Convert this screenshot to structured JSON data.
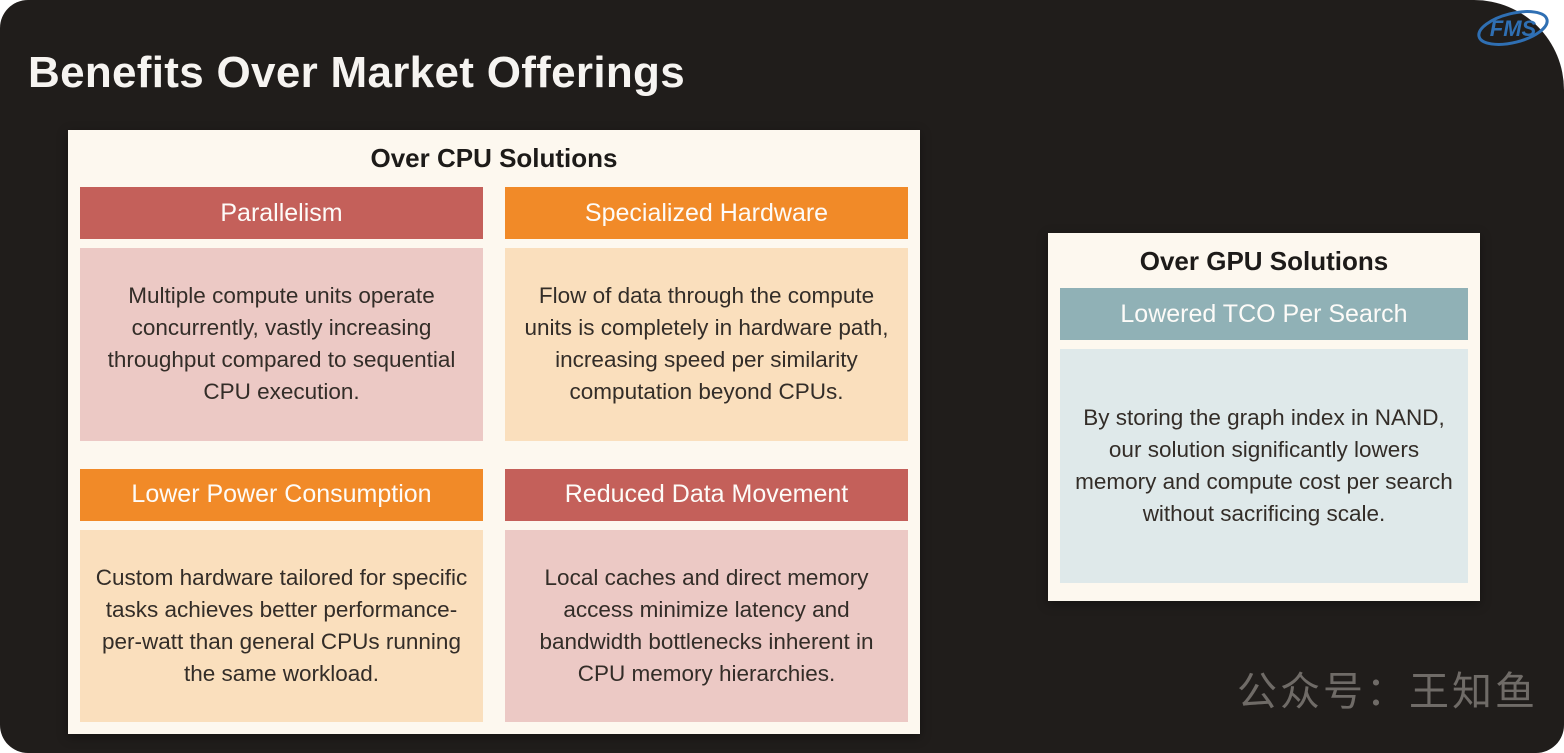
{
  "page": {
    "title": "Benefits Over Market Offerings",
    "watermark": "公众号：王知鱼",
    "logo_text": "FMS"
  },
  "colors": {
    "slide_background": "#201d1b",
    "card_background": "#fdf8ef",
    "red_header": "#c4605a",
    "red_body": "#ecc9c5",
    "orange_header": "#f18a28",
    "orange_body": "#fadfbd",
    "teal_header": "#90b1b6",
    "teal_body": "#dfe9ea",
    "logo_blue": "#2f6fb3",
    "title_text": "#f6f4f1",
    "body_text": "#332d28"
  },
  "cpu_card": {
    "title": "Over CPU Solutions",
    "columns": [
      {
        "items": [
          {
            "header": "Parallelism",
            "theme": "red",
            "body": "Multiple compute units operate concurrently, vastly increasing throughput compared to sequential CPU execution."
          },
          {
            "header": "Lower Power Consumption",
            "theme": "orange",
            "body": "Custom hardware tailored for specific tasks achieves better performance-per-watt than general CPUs running the same workload."
          }
        ]
      },
      {
        "items": [
          {
            "header": "Specialized Hardware",
            "theme": "orange",
            "body": "Flow of data through the compute units is completely in hardware path, increasing speed per similarity computation beyond CPUs."
          },
          {
            "header": "Reduced Data Movement",
            "theme": "red",
            "body": "Local caches and direct memory access minimize latency and bandwidth bottlenecks inherent in CPU memory hierarchies."
          }
        ]
      }
    ]
  },
  "gpu_card": {
    "title": "Over GPU Solutions",
    "items": [
      {
        "header": "Lowered TCO Per Search",
        "theme": "teal",
        "body": "By storing the graph index in NAND, our solution significantly lowers memory and compute cost per search without sacrificing scale."
      }
    ]
  }
}
